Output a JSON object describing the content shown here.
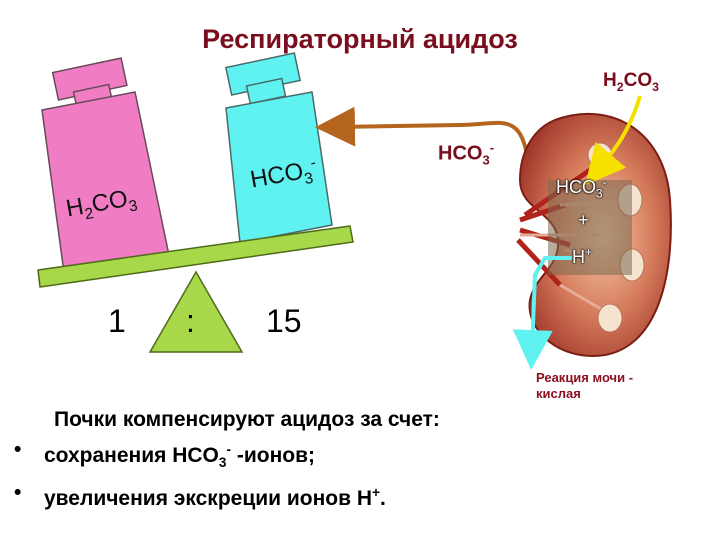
{
  "title": "Респираторный ацидоз",
  "corner_formula": {
    "base": "H",
    "sub1": "2",
    "mid": "CO",
    "sub2": "3"
  },
  "left_weight": {
    "base": "H",
    "sub1": "2",
    "mid": "CO",
    "sub2": "3",
    "color": "#f07cc4"
  },
  "right_weight": {
    "base": "HCO",
    "sub": "3",
    "sup": "-",
    "color": "#5ff2f0"
  },
  "ratio": {
    "left": "1",
    "colon": ":",
    "right": "15"
  },
  "arrow_label": {
    "base": "HCO",
    "sub": "3",
    "sup": "-"
  },
  "kidney_labels": {
    "line1_base": "HCO",
    "line1_sub": "3",
    "line1_sup": "-",
    "plus": "+",
    "line3_base": "H",
    "line3_sup": "+"
  },
  "urine_note": [
    "Реакция мочи -",
    "кислая"
  ],
  "body": {
    "intro": "Почки компенсируют ацидоз за счет:",
    "bullets": [
      {
        "marker": "•",
        "pre": "сохранения HCO",
        "sub": "3",
        "sup": "-",
        "post": " -ионов;"
      },
      {
        "marker": "•",
        "pre": "увеличения экскреции ионов H",
        "sup": "+",
        "post": "."
      }
    ]
  },
  "colors": {
    "title": "#7a0e1e",
    "beam": "#a6d84a",
    "fulcrum": "#a6d84a",
    "arrow_brown": "#b5651d",
    "arrow_yellow": "#f5e000",
    "arrow_cyan": "#5ff2f0",
    "kidney": "#c0503a"
  }
}
